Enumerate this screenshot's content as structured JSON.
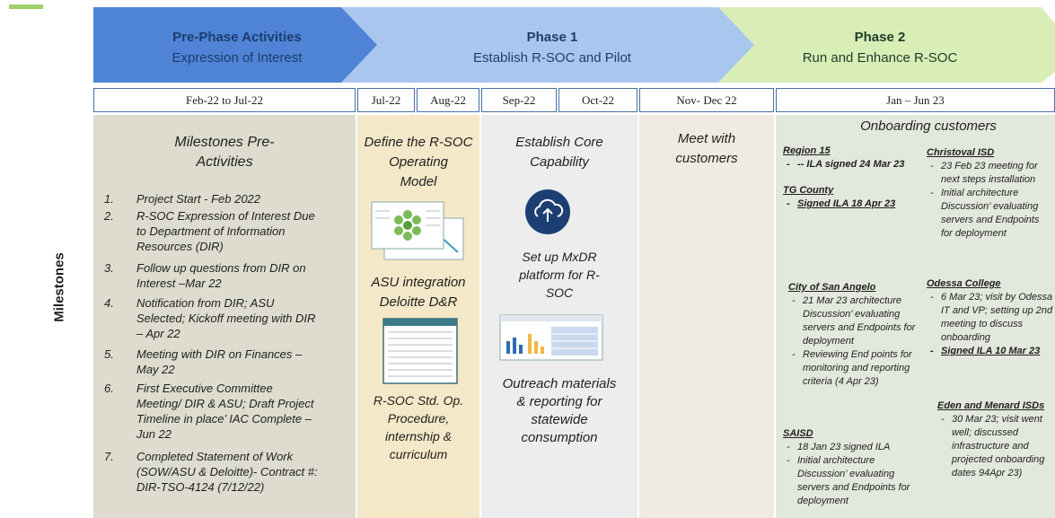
{
  "side_label": "Milestones",
  "colors": {
    "prephase": "#4e83d6",
    "phase1": "#a9c7ee",
    "phase2": "#d8eeb6"
  },
  "phases": {
    "pre": {
      "title": "Pre-Phase Activities",
      "subtitle": "Expression of Interest"
    },
    "p1": {
      "title": "Phase 1",
      "subtitle": "Establish R-SOC and Pilot"
    },
    "p2": {
      "title": "Phase 2",
      "subtitle": "Run and Enhance R-SOC"
    }
  },
  "timeline": [
    "Feb-22 to Jul-22",
    "Jul-22",
    "Aug-22",
    "Sep-22",
    "Oct-22",
    "Nov- Dec 22",
    "Jan – Jun 23"
  ],
  "pre_activities": {
    "title_line1": "Milestones Pre-",
    "title_line2": "Activities",
    "items": [
      {
        "num": "1.",
        "lines": [
          "Project Start - Feb 2022"
        ]
      },
      {
        "num": "2.",
        "lines": [
          "R-SOC Expression of Interest Due",
          "to Department of Information",
          "Resources (DIR)"
        ]
      },
      {
        "num": "3.",
        "lines": [
          "Follow up questions from DIR on",
          "Interest –Mar 22"
        ]
      },
      {
        "num": "4.",
        "lines": [
          "Notification from DIR; ASU",
          "Selected; Kickoff meeting with DIR",
          "– Apr 22"
        ]
      },
      {
        "num": "5.",
        "lines": [
          "Meeting with DIR on Finances –",
          "May 22"
        ]
      },
      {
        "num": "6.",
        "lines": [
          "First Executive Committee",
          "Meeting/ DIR & ASU; Draft Project",
          "Timeline in place’ IAC Complete –",
          "Jun 22"
        ]
      },
      {
        "num": "7.",
        "lines": [
          "Completed Statement of Work",
          "(SOW/ASU & Deloitte)- Contract #:",
          "DIR-TSO-4124 (7/12/22)"
        ]
      }
    ]
  },
  "col_define": {
    "head": [
      "Define the R-SOC",
      "Operating",
      "Model"
    ],
    "mid": [
      "ASU integration",
      "Deloitte D&R"
    ],
    "bottom": [
      "R-SOC Std. Op.",
      "Procedure,",
      "internship &",
      "curriculum"
    ]
  },
  "col_core": {
    "head": [
      "Establish Core",
      "Capability"
    ],
    "icon": "cloud-upload-icon",
    "mid": [
      "Set up MxDR",
      "platform for R-",
      "SOC"
    ],
    "bottom": [
      "Outreach materials",
      "& reporting for",
      "statewide",
      "consumption"
    ]
  },
  "col_meet": {
    "head": [
      "Meet with",
      "customers"
    ]
  },
  "onboarding": {
    "title": "Onboarding customers",
    "left": [
      {
        "name": "Region 15",
        "items": [
          {
            "text": "-- ILA signed 24 Mar 23",
            "bold": true,
            "nodash": true
          }
        ]
      },
      {
        "name": "TG County",
        "items": [
          {
            "text": "Signed ILA 18 Apr 23",
            "bold": true,
            "ul": true
          }
        ]
      },
      {
        "name": "City of San Angelo",
        "items": [
          {
            "text": "21 Mar 23 architecture Discussion’ evaluating servers and Endpoints for deployment"
          },
          {
            "text": "Reviewing End points for monitoring and reporting criteria (4 Apr 23)"
          }
        ]
      },
      {
        "name": "SAISD",
        "items": [
          {
            "text": "18 Jan 23 signed ILA"
          },
          {
            "text": "Initial architecture Discussion’ evaluating servers and Endpoints for deployment"
          }
        ]
      }
    ],
    "right": [
      {
        "name": "Christoval ISD",
        "items": [
          {
            "text": "23 Feb 23 meeting for next steps installation"
          },
          {
            "text": "Initial architecture Discussion’ evaluating servers and Endpoints for deployment"
          }
        ]
      },
      {
        "name": "Odessa College",
        "items": [
          {
            "text": "6 Mar 23; visit by Odessa IT and VP; setting up 2nd meeting to discuss onboarding"
          },
          {
            "text": "Signed ILA 10 Mar 23",
            "bold": true,
            "ul": true
          }
        ]
      },
      {
        "name": "Eden and Menard ISDs",
        "items": [
          {
            "text": "30 Mar 23; visit went well; discussed infrastructure and projected onboarding dates 94Apr 23)"
          }
        ]
      }
    ]
  }
}
